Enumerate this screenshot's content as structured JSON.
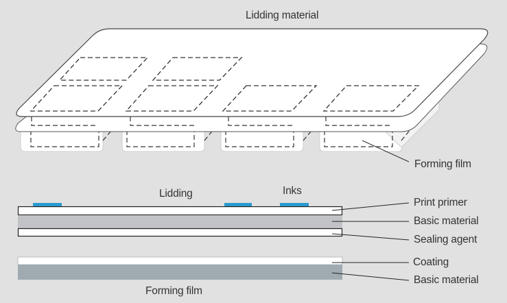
{
  "top_diagram": {
    "title": "Lidding material",
    "forming_film_label": "Forming film"
  },
  "cross_section": {
    "lidding_label": "Lidding",
    "inks_label": "Inks",
    "forming_film_label": "Forming film",
    "lidding_layers": [
      "Print primer",
      "Basic material",
      "Sealing agent"
    ],
    "forming_layers": [
      "Coating",
      "Basic material"
    ]
  },
  "colors": {
    "background": "#e1e1e1",
    "ink": "#2a9bd0",
    "lidding_basic": "#c2c3c6",
    "forming_basic": "#9faab1"
  }
}
